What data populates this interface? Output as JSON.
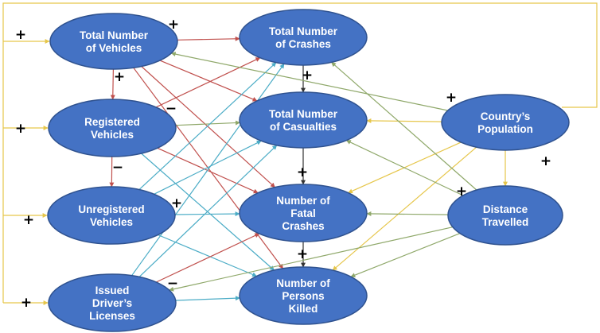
{
  "colors": {
    "node_fill": "#4472C4",
    "node_stroke": "#2F528F",
    "text": "#FFFFFF",
    "red": "#C0504D",
    "teal": "#4BACC6",
    "olive": "#8FA86A",
    "yellow": "#E6C64A",
    "dark": "#333333"
  },
  "nodes": [
    {
      "id": "total-vehicles",
      "lines": [
        "Total Number",
        "of Vehicles"
      ]
    },
    {
      "id": "registered-vehicles",
      "lines": [
        "Registered",
        "Vehicles"
      ]
    },
    {
      "id": "unregistered-vehicles",
      "lines": [
        "Unregistered",
        "Vehicles"
      ]
    },
    {
      "id": "issued-licenses",
      "lines": [
        "Issued",
        "Driver’s",
        "Licenses"
      ]
    },
    {
      "id": "total-crashes",
      "lines": [
        "Total Number",
        "of Crashes"
      ]
    },
    {
      "id": "total-casualties",
      "lines": [
        "Total Number",
        "of Casualties"
      ]
    },
    {
      "id": "fatal-crashes",
      "lines": [
        "Number of",
        "Fatal",
        "Crashes"
      ]
    },
    {
      "id": "persons-killed",
      "lines": [
        "Number of",
        "Persons",
        "Killed"
      ]
    },
    {
      "id": "population",
      "lines": [
        "Country’s",
        "Population"
      ]
    },
    {
      "id": "distance",
      "lines": [
        "Distance",
        "Travelled"
      ]
    }
  ],
  "edges": [
    {
      "from": "total-vehicles",
      "to": "total-crashes",
      "color": "red"
    },
    {
      "from": "total-vehicles",
      "to": "total-casualties",
      "color": "red"
    },
    {
      "from": "total-vehicles",
      "to": "fatal-crashes",
      "color": "red"
    },
    {
      "from": "total-vehicles",
      "to": "persons-killed",
      "color": "red"
    },
    {
      "from": "total-vehicles",
      "to": "registered-vehicles",
      "color": "red"
    },
    {
      "from": "registered-vehicles",
      "to": "unregistered-vehicles",
      "color": "red"
    },
    {
      "from": "registered-vehicles",
      "to": "total-crashes",
      "color": "red"
    },
    {
      "from": "registered-vehicles",
      "to": "total-casualties",
      "color": "olive"
    },
    {
      "from": "registered-vehicles",
      "to": "fatal-crashes",
      "color": "red"
    },
    {
      "from": "registered-vehicles",
      "to": "persons-killed",
      "color": "teal"
    },
    {
      "from": "unregistered-vehicles",
      "to": "total-crashes",
      "color": "teal"
    },
    {
      "from": "unregistered-vehicles",
      "to": "total-casualties",
      "color": "teal"
    },
    {
      "from": "unregistered-vehicles",
      "to": "fatal-crashes",
      "color": "teal"
    },
    {
      "from": "unregistered-vehicles",
      "to": "persons-killed",
      "color": "teal"
    },
    {
      "from": "issued-licenses",
      "to": "total-crashes",
      "color": "teal"
    },
    {
      "from": "issued-licenses",
      "to": "total-casualties",
      "color": "teal"
    },
    {
      "from": "issued-licenses",
      "to": "fatal-crashes",
      "color": "red"
    },
    {
      "from": "issued-licenses",
      "to": "persons-killed",
      "color": "teal"
    },
    {
      "from": "total-crashes",
      "to": "total-casualties",
      "color": "dark"
    },
    {
      "from": "total-casualties",
      "to": "fatal-crashes",
      "color": "dark"
    },
    {
      "from": "fatal-crashes",
      "to": "persons-killed",
      "color": "dark"
    },
    {
      "from": "population",
      "to": "total-vehicles",
      "color": "olive"
    },
    {
      "from": "population",
      "to": "total-casualties",
      "color": "yellow"
    },
    {
      "from": "population",
      "to": "fatal-crashes",
      "color": "yellow"
    },
    {
      "from": "population",
      "to": "persons-killed",
      "color": "yellow"
    },
    {
      "from": "population",
      "to": "distance",
      "color": "yellow"
    },
    {
      "from": "distance",
      "to": "total-crashes",
      "color": "olive"
    },
    {
      "from": "distance",
      "to": "total-casualties",
      "color": "olive"
    },
    {
      "from": "distance",
      "to": "fatal-crashes",
      "color": "olive"
    },
    {
      "from": "distance",
      "to": "persons-killed",
      "color": "olive"
    },
    {
      "from": "distance",
      "to": "issued-licenses",
      "color": "olive"
    }
  ],
  "feedback": [
    {
      "to": "total-vehicles",
      "color": "yellow"
    },
    {
      "to": "registered-vehicles",
      "color": "yellow"
    },
    {
      "to": "unregistered-vehicles",
      "color": "yellow"
    },
    {
      "to": "issued-licenses",
      "color": "yellow"
    }
  ],
  "signs": [
    {
      "id": "sign-in-total-vehicles",
      "text": "+"
    },
    {
      "id": "sign-in-registered",
      "text": "+"
    },
    {
      "id": "sign-in-unregistered",
      "text": "+"
    },
    {
      "id": "sign-in-licenses",
      "text": "+"
    },
    {
      "id": "sign-total-vehicles",
      "text": "+"
    },
    {
      "id": "sign-total-to-registered",
      "text": "+"
    },
    {
      "id": "sign-registered",
      "text": "−"
    },
    {
      "id": "sign-registered-to-unregistered",
      "text": "−"
    },
    {
      "id": "sign-unregistered",
      "text": "+"
    },
    {
      "id": "sign-licenses",
      "text": "−"
    },
    {
      "id": "sign-crashes-to-casualties",
      "text": "+"
    },
    {
      "id": "sign-casualties-to-fatal",
      "text": "+"
    },
    {
      "id": "sign-fatal-to-killed",
      "text": "+"
    },
    {
      "id": "sign-population",
      "text": "+"
    },
    {
      "id": "sign-population-to-distance",
      "text": "+"
    },
    {
      "id": "sign-distance",
      "text": "+"
    }
  ]
}
